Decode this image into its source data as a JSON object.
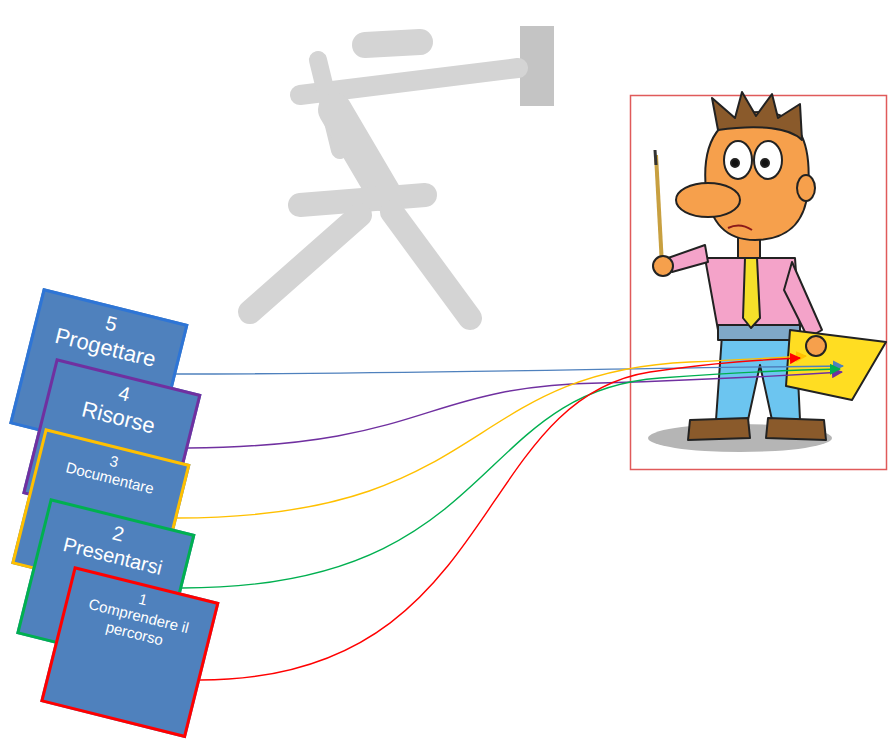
{
  "diagram": {
    "nodes": [
      {
        "text": [
          "5",
          "Progettare"
        ]
      },
      {
        "text": [
          "4",
          "Risorse"
        ]
      },
      {
        "text": [
          "3",
          "Documentare"
        ]
      },
      {
        "text": [
          "2",
          "Presentarsi"
        ]
      },
      {
        "text": [
          "1",
          "Comprendere il percorso"
        ]
      }
    ]
  }
}
